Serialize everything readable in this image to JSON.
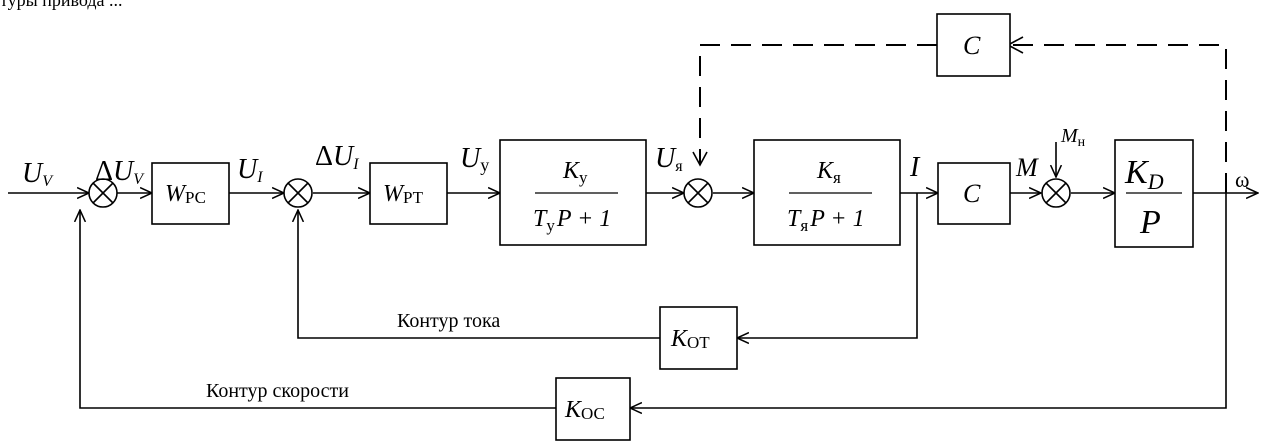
{
  "top_caption": "туры привода ...",
  "inputs": {
    "uv": "U",
    "uv_sub": "V",
    "omega": "ω"
  },
  "signals": {
    "delta": "Δ",
    "du_v": "U",
    "du_v_sub": "V",
    "u_i": "U",
    "u_i_sub": "I",
    "du_i": "U",
    "du_i_sub": "I",
    "u_y": "U",
    "u_y_sub": "у",
    "u_ya": "U",
    "u_ya_sub": "я",
    "current": "I",
    "torque": "M",
    "m_load": "M",
    "m_load_sub": "н"
  },
  "blocks": {
    "w_pc": {
      "main": "W",
      "sub": "РС"
    },
    "w_pt": {
      "main": "W",
      "sub": "РТ"
    },
    "conv": {
      "num": "K",
      "num_sub": "у",
      "den_t": "T",
      "den_sub": "у",
      "den_rest": "P + 1"
    },
    "arm": {
      "num": "K",
      "num_sub": "я",
      "den_t": "T",
      "den_sub": "я",
      "den_rest": "P + 1"
    },
    "c_fwd": {
      "main": "C"
    },
    "c_top": {
      "main": "C"
    },
    "motor": {
      "num": "K",
      "num_sub": "D",
      "den": "P"
    },
    "k_ot": {
      "main": "K",
      "sub": "ОТ"
    },
    "k_oc": {
      "main": "K",
      "sub": "ОС"
    }
  },
  "loops": {
    "current_loop": "Контур тока",
    "speed_loop": "Контур скорости"
  }
}
